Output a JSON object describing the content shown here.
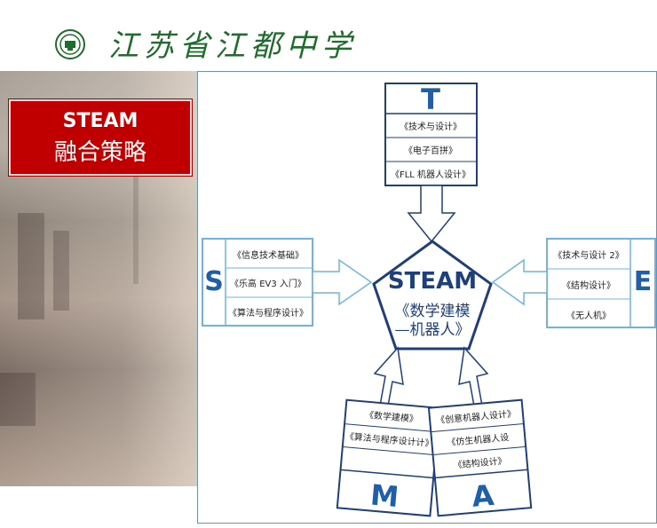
{
  "header": {
    "school_name": "江苏省江都中学"
  },
  "title": {
    "line1": "STEAM",
    "line2": "融合策略"
  },
  "center": {
    "title": "STEAM",
    "subtitle_line1": "《数学建模",
    "subtitle_line2": "—机器人》"
  },
  "T": {
    "letter": "T",
    "items": [
      "《技术与设计》",
      "《电子百拼》",
      "《FLL 机器人设计》"
    ]
  },
  "S": {
    "letter": "S",
    "items": [
      "《信息技术基础》",
      "《乐高 EV3 入门》",
      "《算法与程序设计》"
    ]
  },
  "E": {
    "letter": "E",
    "items": [
      "《技术与设计 2》",
      "《结构设计》",
      "《无人机》"
    ]
  },
  "M": {
    "letter": "M",
    "items": [
      "《数学建模》",
      "《算法与程序设计计》",
      "",
      ""
    ]
  },
  "A": {
    "letter": "A",
    "items": [
      "《创意机器人设计》",
      "《仿生机器人设",
      "《结构设计》",
      ""
    ]
  },
  "colors": {
    "accent_red": "#c00000",
    "diagram_blue": "#1f5ea8",
    "school_green": "#1f6d2c",
    "outline": "#1f3f7a"
  }
}
